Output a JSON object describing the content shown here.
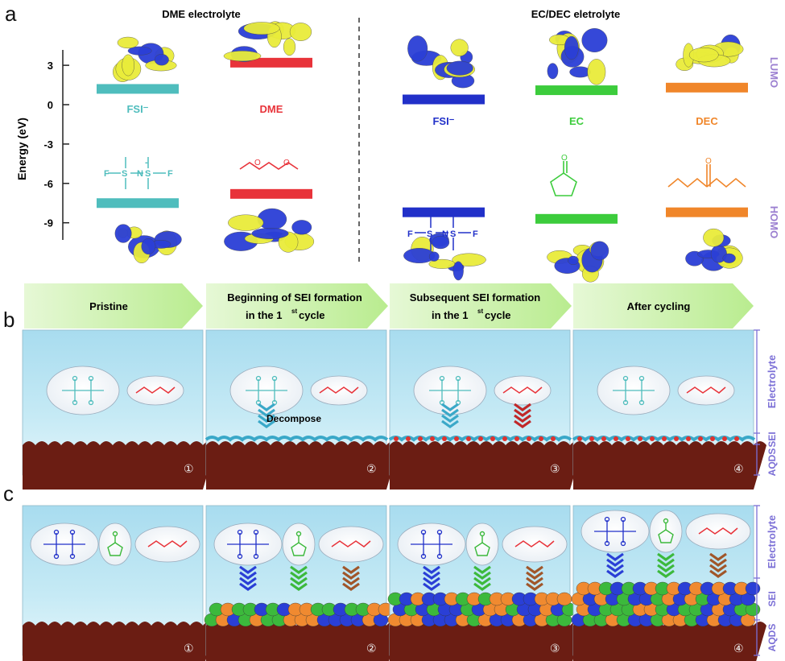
{
  "panel_a": {
    "letter": "a",
    "left_title": "DME electrolyte",
    "right_title": "EC/DEC eletrolyte",
    "y_axis_label": "Energy (eV)",
    "y_ticks": [
      "3",
      "0",
      "-3",
      "-6",
      "-9"
    ],
    "lumo_label": "LUMO",
    "homo_label": "HOMO",
    "molecules": [
      {
        "label": "FSI⁻",
        "lumo_ev": 1.2,
        "homo_ev": -7.5,
        "color": "#4fbdbd"
      },
      {
        "label": "DME",
        "lumo_ev": 3.2,
        "homo_ev": -6.8,
        "color": "#e8333a"
      },
      {
        "label": "FSI⁻",
        "lumo_ev": 0.4,
        "homo_ev": -8.2,
        "color": "#2130c9"
      },
      {
        "label": "EC",
        "lumo_ev": 1.1,
        "homo_ev": -8.7,
        "color": "#3ccc3c"
      },
      {
        "label": "DEC",
        "lumo_ev": 1.3,
        "homo_ev": -8.2,
        "color": "#f0862a"
      }
    ]
  },
  "panel_b": {
    "letter": "b",
    "stages": [
      "Pristine",
      "Beginning of SEI formation",
      "in the 1",
      "st",
      " cycle",
      "Subsequent SEI formation",
      "in the 1",
      "st",
      " cycle",
      "After cycling"
    ],
    "decompose_label": "Decompose",
    "side_labels": [
      "Electrolyte",
      "SEI",
      "AQDS"
    ],
    "step_numbers": [
      "①",
      "②",
      "③",
      "④"
    ]
  },
  "panel_c": {
    "letter": "c",
    "side_labels": [
      "Electrolyte",
      "SEI",
      "AQDS"
    ],
    "step_numbers": [
      "①",
      "②",
      "③",
      "④"
    ]
  },
  "molecule_text": {
    "f": "F",
    "s": "S",
    "n": "N",
    "o": "O",
    "minus": "-"
  },
  "colors": {
    "electrolyte_top": "#a8dcef",
    "electrolyte_bottom": "#dff4fa",
    "electrode": "#6b1d13",
    "sei_blue": "#2a3fd6",
    "sei_green": "#3cb93c",
    "sei_orange": "#f08a30",
    "lumo_homo_text": "#9b7fd0",
    "stage_arrow": "#c8f0a8"
  }
}
